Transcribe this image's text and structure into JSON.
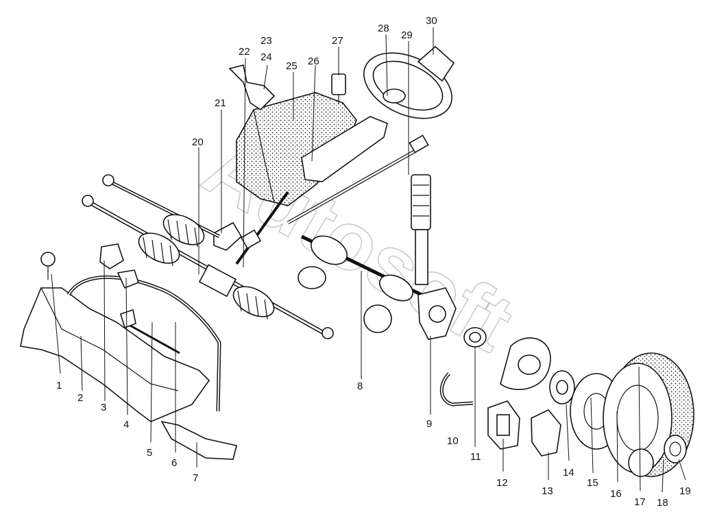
{
  "watermark": "Autosoft",
  "callouts": [
    "1",
    "2",
    "3",
    "4",
    "5",
    "6",
    "7",
    "8",
    "9",
    "10",
    "11",
    "12",
    "13",
    "14",
    "15",
    "16",
    "17",
    "18",
    "19",
    "20",
    "21",
    "22",
    "23",
    "24",
    "25",
    "26",
    "27",
    "28",
    "29",
    "30"
  ],
  "colors": {
    "line": "#111111",
    "background": "#ffffff",
    "watermark": "#9a9a9a"
  }
}
